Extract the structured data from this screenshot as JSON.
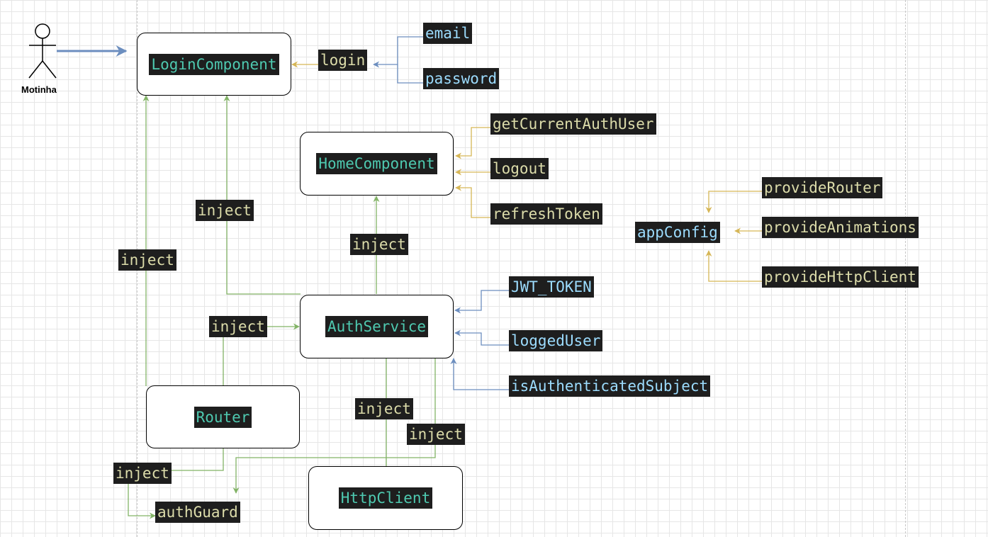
{
  "actor": {
    "name": "Motinha"
  },
  "nodes": {
    "login_component": "LoginComponent",
    "home_component": "HomeComponent",
    "auth_service": "AuthService",
    "router": "Router",
    "http_client": "HttpClient"
  },
  "labels": {
    "login": "login",
    "email": "email",
    "password": "password",
    "get_current_auth_user": "getCurrentAuthUser",
    "logout": "logout",
    "refresh_token": "refreshToken",
    "app_config": "appConfig",
    "provide_router": "provideRouter",
    "provide_animations": "provideAnimations",
    "provide_http_client": "provideHttpClient",
    "jwt_token": "JWT_TOKEN",
    "logged_user": "loggedUser",
    "is_authenticated_subject": "isAuthenticatedSubject",
    "auth_guard": "authGuard",
    "inject": "inject"
  },
  "colors": {
    "inject_edge": "#82b366",
    "method_edge": "#d6b656",
    "input_edge": "#6c8ebf",
    "component_text": "#4ec9b0",
    "method_text": "#dcdcaa",
    "variable_text": "#9cdcfe",
    "label_background": "#1e1e1e"
  }
}
